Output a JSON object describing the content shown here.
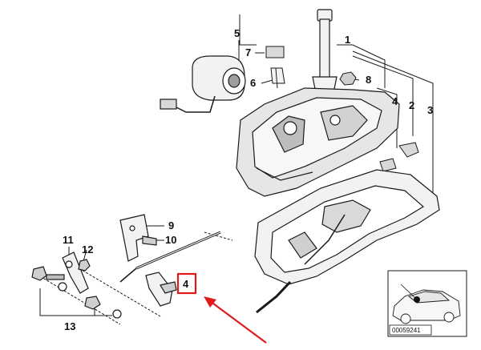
{
  "callouts": {
    "c1": "1",
    "c2": "2",
    "c3": "3",
    "c4": "4",
    "c4_boxed": "4",
    "c5": "5",
    "c6": "6",
    "c7": "7",
    "c8": "8",
    "c9": "9",
    "c10": "10",
    "c11": "11",
    "c12": "12",
    "c13": "13"
  },
  "inset": {
    "ref_code": "00059241"
  },
  "colors": {
    "highlight": "#e11b1b",
    "line": "#1a1a1a",
    "part_fill": "#f2f2f2",
    "shade": "#bdbdbd"
  }
}
